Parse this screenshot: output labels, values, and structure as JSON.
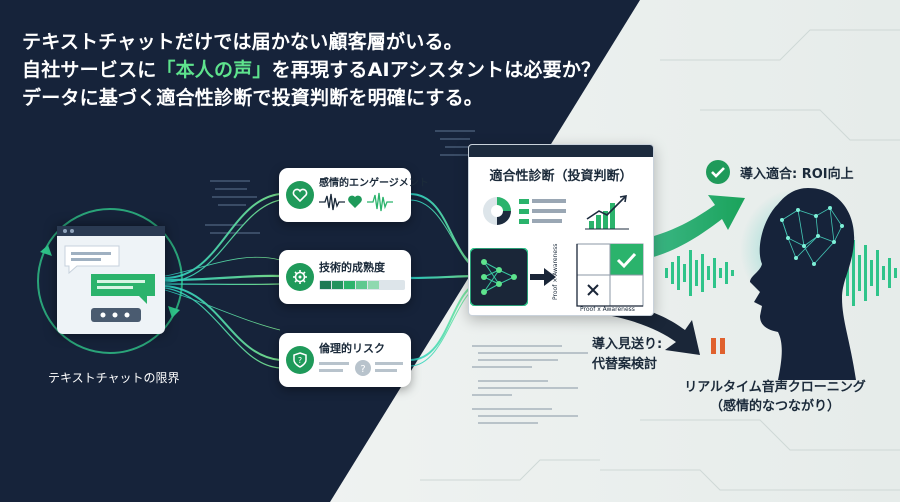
{
  "headline": {
    "line1": "テキストチャットだけでは届かない顧客層がいる。",
    "line2_pre": "自社サービスに",
    "line2_highlight": "「本人の声」",
    "line2_post": "を再現するAIアシスタントは必要か？",
    "line3": "データに基づく適合性診断で投資判断を明確にする。"
  },
  "chat_limit_label": "テキストチャットの限界",
  "cards": {
    "emotional": "感情的エンゲージメント",
    "technical": "技術的成熟度",
    "ethical": "倫理的リスク"
  },
  "panel": {
    "title": "適合性診断（投資判断）",
    "matrix_y_label": "Proof × Awareness",
    "matrix_x_label": "Proof x Awareness"
  },
  "outcomes": {
    "adopt": "導入適合: ROI向上",
    "defer_line1": "導入見送り:",
    "defer_line2": "代替案検討",
    "voice_line1": "リアルタイム音声クローニング",
    "voice_line2": "（感情的なつながり）"
  },
  "colors": {
    "navy": "#17243a",
    "accent_green": "#5ee38d",
    "icon_green": "#1f9a5a",
    "defer_orange": "#e0612e"
  },
  "icons": [
    "chat-bubble-icon",
    "heart-icon",
    "gear-icon",
    "shield-icon",
    "neural-network-icon",
    "checkmark-icon",
    "pause-icon",
    "head-silhouette-icon"
  ]
}
